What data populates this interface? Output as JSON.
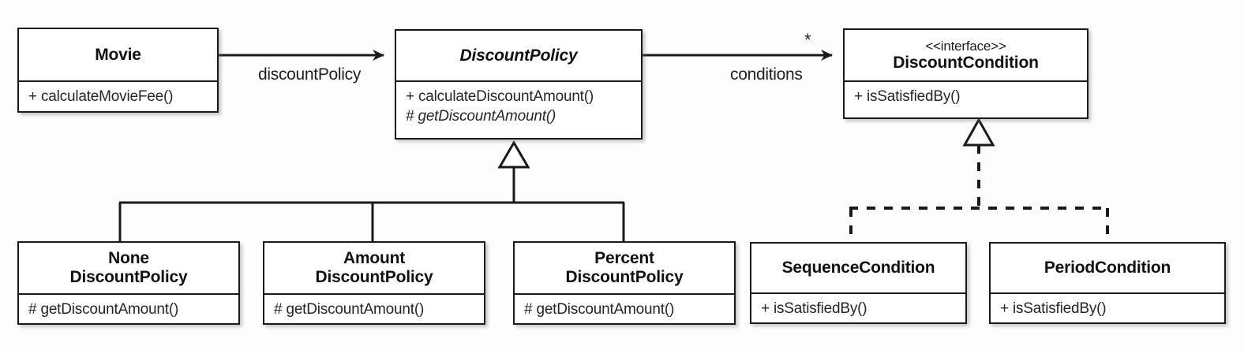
{
  "diagram": {
    "title": "Movie Discount Policy UML Class Diagram",
    "type": "uml-class-diagram",
    "background_color": "#fdfdfd",
    "line_color": "#1a1a1a"
  },
  "classes": {
    "movie": {
      "name": "Movie",
      "stereotype": "",
      "abstract": false,
      "members": [
        "+ calculateMovieFee()"
      ]
    },
    "discount_policy": {
      "name": "DiscountPolicy",
      "stereotype": "",
      "abstract": true,
      "members": [
        "+ calculateDiscountAmount()",
        "# getDiscountAmount()"
      ]
    },
    "discount_condition": {
      "name": "DiscountCondition",
      "stereotype": "<<interface>>",
      "abstract": false,
      "members": [
        "+ isSatisfiedBy()"
      ]
    },
    "none_discount_policy": {
      "name": "None\nDiscountPolicy",
      "stereotype": "",
      "abstract": false,
      "members": [
        "# getDiscountAmount()"
      ]
    },
    "amount_discount_policy": {
      "name": "Amount\nDiscountPolicy",
      "stereotype": "",
      "abstract": false,
      "members": [
        "# getDiscountAmount()"
      ]
    },
    "percent_discount_policy": {
      "name": "Percent\nDiscountPolicy",
      "stereotype": "",
      "abstract": false,
      "members": [
        "# getDiscountAmount()"
      ]
    },
    "sequence_condition": {
      "name": "SequenceCondition",
      "stereotype": "",
      "abstract": false,
      "members": [
        "+ isSatisfiedBy()"
      ]
    },
    "period_condition": {
      "name": "PeriodCondition",
      "stereotype": "",
      "abstract": false,
      "members": [
        "+ isSatisfiedBy()"
      ]
    }
  },
  "relationships": {
    "movie_to_policy": {
      "kind": "association",
      "label": "discountPolicy",
      "multiplicity": ""
    },
    "policy_to_condition": {
      "kind": "association",
      "label": "conditions",
      "multiplicity": "*"
    },
    "policy_generalization": {
      "kind": "generalization",
      "label": "",
      "subclasses": [
        "NoneDiscountPolicy",
        "AmountDiscountPolicy",
        "PercentDiscountPolicy"
      ]
    },
    "condition_realization": {
      "kind": "realization",
      "label": "",
      "subclasses": [
        "SequenceCondition",
        "PeriodCondition"
      ]
    }
  }
}
